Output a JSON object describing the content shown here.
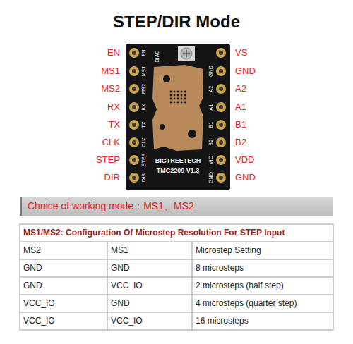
{
  "diagram": {
    "title": "STEP/DIR Mode",
    "nodes": [
      {
        "text": [
          "BIGTREETECH",
          "TMC2209 V1.3"
        ]
      },
      {
        "text": [
          "Choice of working mode：MS1、MS2"
        ]
      }
    ],
    "labels": [
      "EN",
      "MS1",
      "MS2",
      "RX",
      "TX",
      "CLK",
      "STEP",
      "DIR",
      "VS",
      "GND",
      "A2",
      "A1",
      "B1",
      "B2",
      "VDD",
      "GND",
      "EN",
      "MS1",
      "MS2",
      "RX",
      "TX",
      "CLK",
      "STEP",
      "DIR",
      "DIAG",
      "GND",
      "A2",
      "A1",
      "B1",
      "B2",
      "VIO",
      "GND",
      "MS1/MS2: Configuration Of Microstep Resolution For STEP Input",
      "MS2",
      "MS1",
      "Microstep Setting",
      "GND",
      "GND",
      "8 microsteps",
      "GND",
      "VCC_IO",
      "2 microsteps (half step)",
      "VCC_IO",
      "GND",
      "4 microsteps (quarter step)",
      "VCC_IO",
      "VCC_IO",
      "16 microsteps"
    ]
  }
}
